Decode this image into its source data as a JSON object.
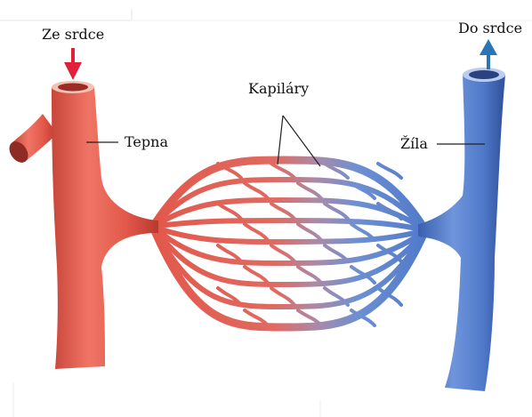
{
  "labels": {
    "from_heart": "Ze srdce",
    "to_heart": "Do srdce",
    "artery": "Tepna",
    "capillaries": "Kapiláry",
    "vein": "Žíla"
  },
  "colors": {
    "artery_fill": "#e2584a",
    "artery_dark": "#b63a30",
    "artery_light": "#f59383",
    "vein_fill": "#4f79c9",
    "vein_dark": "#2f4f98",
    "vein_light": "#86a8e6",
    "arrow_red": "#e2203a",
    "arrow_blue": "#2a74b8"
  }
}
